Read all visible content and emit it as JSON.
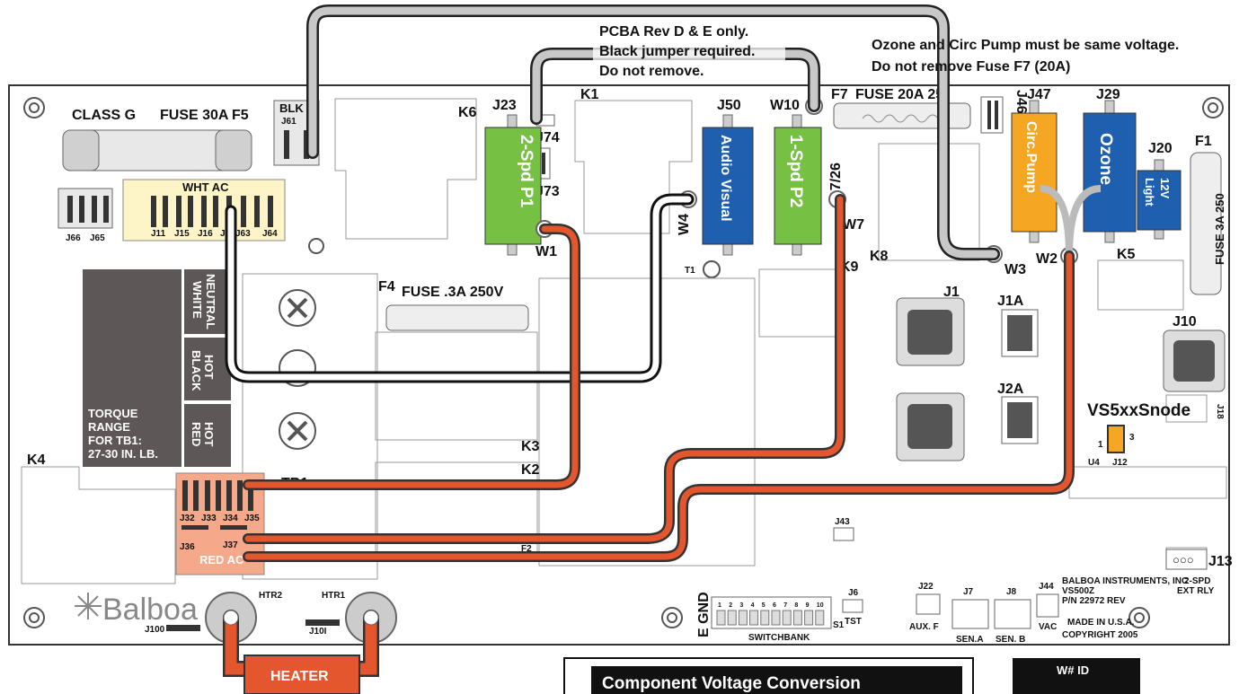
{
  "notes": {
    "pcba_line1": "PCBA Rev D & E only.",
    "pcba_line2": "Black jumper required.",
    "pcba_line3": "Do not remove.",
    "ozone_line1": "Ozone and Circ Pump must be same voltage.",
    "ozone_line2": "Do not remove Fuse F7 (20A)"
  },
  "fuses": {
    "class_g": "CLASS G",
    "fuse30": "FUSE 30A",
    "f5": "F5",
    "f7": "F7",
    "fuse20": "FUSE 20A 25",
    "f4": "F4",
    "fuse03": "FUSE .3A 250V",
    "f1": "F1",
    "fuse3a": "FUSE 3A 250"
  },
  "components": {
    "spd2": "2-Spd P1",
    "spd1": "1-Spd P2",
    "audio": "Audio Visual",
    "circ": "Circ.Pump",
    "ozone": "Ozone",
    "light_a": "12V",
    "light_b": "Light"
  },
  "connectors": {
    "blk": "BLK",
    "j61": "J61",
    "j23": "J23",
    "j74": "J74",
    "j73": "J73",
    "k1": "K1",
    "k6": "K6",
    "j50": "J50",
    "w10": "W10",
    "j17": "J17/26",
    "j46": "J46",
    "j47": "J47",
    "j29": "J29",
    "j20": "J20",
    "w1": "W1",
    "w4": "W4",
    "w7": "W7",
    "w3": "W3",
    "w2": "W2",
    "k5": "K5",
    "k8": "K8",
    "k9": "K9",
    "t1": "T1",
    "j1": "J1",
    "j1a": "J1A",
    "j2a": "J2A",
    "j10": "J10",
    "j18": "J18",
    "k3": "K3",
    "k2": "K2",
    "k4": "K4",
    "tb1": "TB1",
    "j66": "J66",
    "j65": "J65",
    "wht_ac": "WHT AC",
    "j11": "J11",
    "j15": "J15",
    "j16": "J16",
    "j2": "J2",
    "j63": "J63",
    "j64": "J64",
    "j32": "J32",
    "j33": "J33",
    "j34": "J34",
    "j35": "J35",
    "j36": "J36",
    "j37": "J37",
    "red_ac": "RED AC",
    "j43": "J43",
    "f2": "F2",
    "j22": "J22",
    "aux": "AUX. F",
    "j7": "J7",
    "sen_a": "SEN.A",
    "j8": "J8",
    "sen_b": "SEN. B",
    "j44": "J44",
    "vac": "VAC",
    "j13": "J13",
    "j6": "J6",
    "tst": "TST",
    "s1": "S1",
    "e_gnd": "E GND",
    "switchbank": "SWITCHBANK",
    "u4": "U4",
    "j12": "J12",
    "htr2": "HTR2",
    "htr1": "HTR1",
    "j100a": "J100",
    "j100b": "J10I"
  },
  "terminals": {
    "neutral": "NEUTRAL",
    "white": "WHITE",
    "hot1": "HOT",
    "black": "BLACK",
    "hot2": "HOT",
    "red": "RED",
    "torque1": "TORQUE",
    "torque2": "RANGE",
    "torque3": "FOR TB1:",
    "torque4": "27-30 IN. LB."
  },
  "mode": {
    "label": "VS5xxSnode",
    "pin1": "1",
    "pin3": "3"
  },
  "brand": {
    "name": "Balboa",
    "maker": "BALBOA INSTRUMENTS, INC",
    "model": "VS500Z",
    "pn": "P/N  22972 REV",
    "made": "MADE IN U.S.A.",
    "copyright": "COPYRIGHT 2005",
    "two_spd": "2-SPD",
    "ext_rly": "EXT RLY"
  },
  "switch_numbers": [
    "1",
    "2",
    "3",
    "4",
    "5",
    "6",
    "7",
    "8",
    "9",
    "10"
  ],
  "heater": "HEATER",
  "footer": {
    "conversion": "Component Voltage Conversion",
    "wid": "W# ID"
  },
  "colors": {
    "orange": "#e4572e",
    "green": "#76c043",
    "blue": "#1f5fb0",
    "yellow": "#f5a623",
    "gray": "#c8c8c8"
  }
}
